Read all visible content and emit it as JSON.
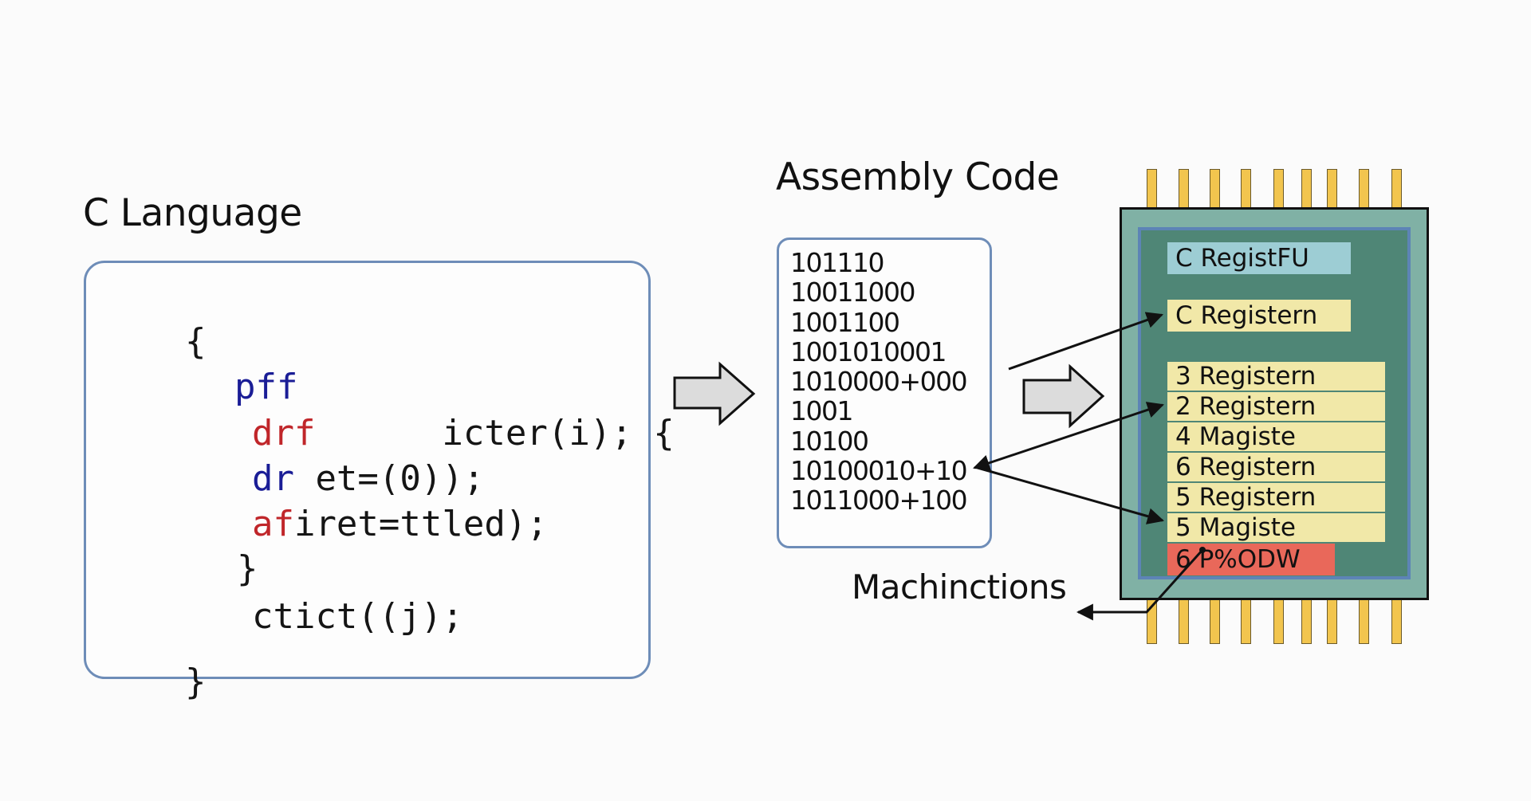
{
  "diagram": {
    "c_section": {
      "heading": "C Language",
      "code_lines": [
        {
          "segments": [
            {
              "text": "{",
              "color": "default"
            }
          ]
        },
        {
          "segments": [
            {
              "text": "pff",
              "color": "blue"
            }
          ]
        },
        {
          "segments": [
            {
              "text": "drf",
              "color": "red"
            },
            {
              "text": "      icter(i); {",
              "color": "default"
            }
          ]
        },
        {
          "segments": [
            {
              "text": "dr",
              "color": "blue"
            },
            {
              "text": " et=(0));",
              "color": "default"
            }
          ]
        },
        {
          "segments": [
            {
              "text": "af",
              "color": "red"
            },
            {
              "text": "iret=ttled);",
              "color": "default"
            }
          ]
        },
        {
          "segments": [
            {
              "text": "}",
              "color": "default"
            }
          ]
        },
        {
          "segments": [
            {
              "text": "ctict((j);",
              "color": "default"
            }
          ]
        },
        {
          "segments": [
            {
              "text": "}",
              "color": "default"
            }
          ]
        }
      ]
    },
    "assembly_section": {
      "heading": "Assembly Code",
      "lines": [
        "101110",
        "10011000",
        "1001100",
        "1001010001",
        "1010000+000",
        "1001",
        "10100",
        "10100010+10",
        "1011000+100"
      ]
    },
    "chip": {
      "registers_top": [
        {
          "label": "C RegistFU",
          "style": "blue"
        },
        {
          "label": "C Registern",
          "style": "yellow"
        }
      ],
      "registers_stack": [
        {
          "label": "3 Registern",
          "style": "yellow"
        },
        {
          "label": "2 Registern",
          "style": "yellow"
        },
        {
          "label": "4 Magiste",
          "style": "yellow"
        },
        {
          "label": "6 Registern",
          "style": "yellow"
        },
        {
          "label": "5 Registern",
          "style": "yellow"
        },
        {
          "label": "5 Magiste",
          "style": "yellow"
        },
        {
          "label": "6 P%ODW",
          "style": "red"
        }
      ],
      "pin_count_top": 9,
      "pin_count_bottom": 9
    },
    "machine_label": "Machinctions",
    "colors": {
      "box_border": "#6e8db8",
      "code_blue": "#1a1d96",
      "code_red": "#c0262a",
      "chip_outer": "#80b1a5",
      "chip_inner": "#4f8676",
      "chip_inner_border": "#5d84b6",
      "register_blue": "#9dcdd4",
      "register_yellow": "#f1e8a8",
      "register_red": "#e9685a",
      "pin": "#f2c54e",
      "arrow_fill": "#dcdcdc"
    }
  }
}
